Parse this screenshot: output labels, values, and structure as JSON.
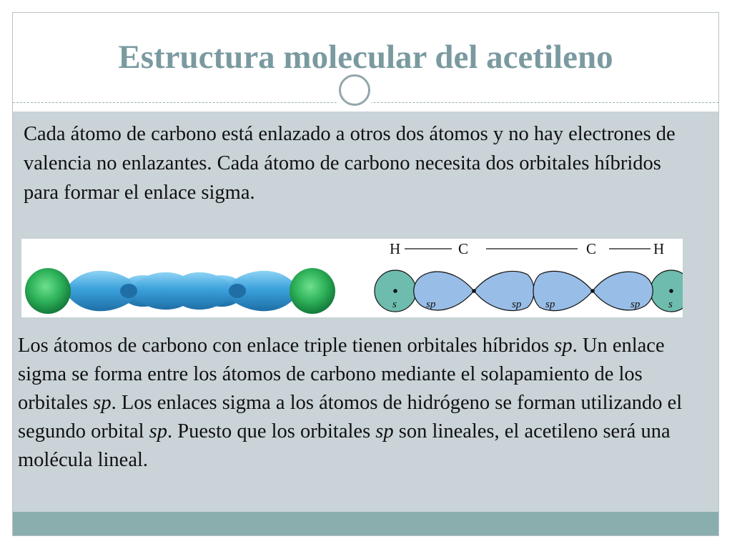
{
  "slide": {
    "title": "Estructura molecular del acetileno",
    "paragraph1": "Cada átomo de carbono está enlazado a otros dos átomos y no hay electrones de valencia no enlazantes. Cada átomo de carbono necesita dos orbitales híbridos para formar el enlace sigma.",
    "paragraph2": {
      "t1": "Los átomos de carbono con enlace triple tienen orbitales híbridos ",
      "i1": "sp",
      "t2": ". Un enlace sigma se forma entre los átomos de carbono mediante el solapamiento de los orbitales ",
      "i2": "sp",
      "t3": ". Los enlaces sigma a los átomos de hidrógeno se forman utilizando el segundo orbital ",
      "i3": "sp",
      "t4": ". Puesto que los orbitales ",
      "i4": "sp",
      "t5": " son lineales, el acetileno será una molécula lineal."
    }
  },
  "diagram": {
    "atoms": [
      "H",
      "C",
      "C",
      "H"
    ],
    "orbital_labels": [
      "s",
      "sp",
      "sp",
      "sp",
      "sp",
      "s"
    ]
  },
  "colors": {
    "title": "#7a9aa0",
    "body_background": "#c9d3d8",
    "footer_bar": "#8aadae",
    "hydrogen_orbital": "#2fb35a",
    "sp_orbital_3d": "#3ba2dc",
    "s_orbital_schematic": "#6dbcae",
    "sp_orbital_schematic": "#98bde6"
  }
}
